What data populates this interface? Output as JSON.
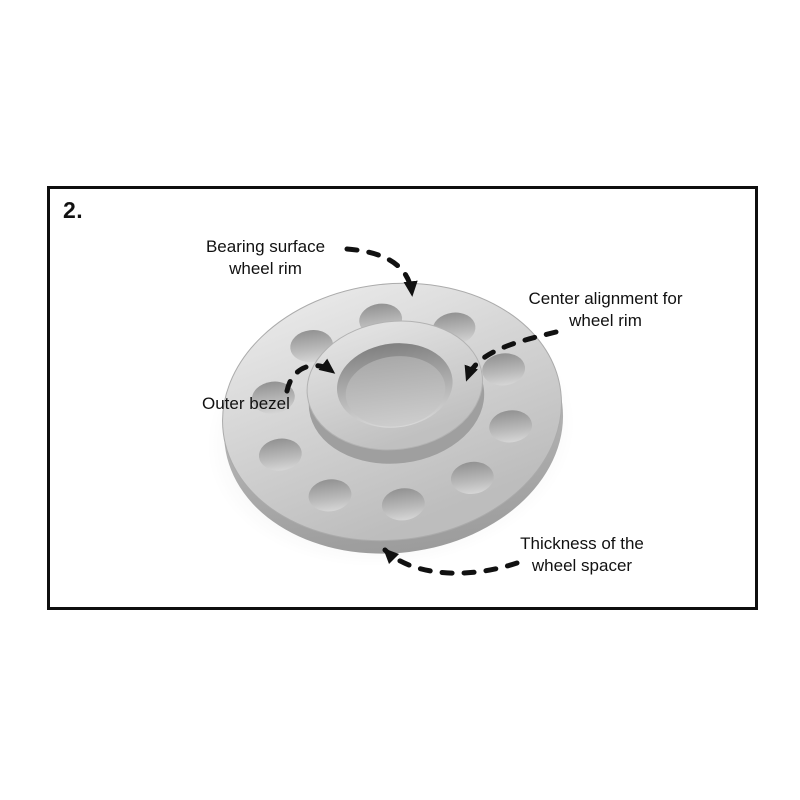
{
  "figure": {
    "step_number": "2.",
    "labels": {
      "bearing_surface": "Bearing surface\nwheel rim",
      "center_alignment": "Center alignment for\nwheel rim",
      "outer_bezel": "Outer bezel",
      "thickness": "Thickness of the\nwheel spacer"
    },
    "colors": {
      "frame_border": "#0f0f0f",
      "text": "#111111",
      "arrow": "#111111",
      "spacer_light": "#ebebeb",
      "spacer_mid": "#c7c7c7",
      "spacer_dark": "#9a9a9a"
    },
    "subject": "wheel spacer"
  }
}
